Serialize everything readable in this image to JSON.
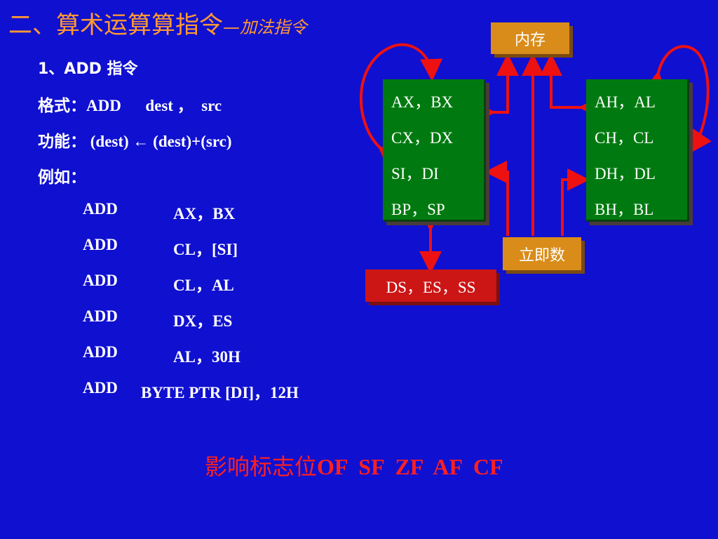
{
  "title": {
    "main": "二、算术运算算指令",
    "sub": "—加法指令"
  },
  "lines": {
    "heading": "1、ADD 指令",
    "format": "格式：ADD      dest ，  src",
    "function_label": "功能：",
    "function_body": "(dest) ← (dest)+(src)",
    "example": "例如："
  },
  "instructions": [
    {
      "op": "ADD",
      "operands": "AX，BX"
    },
    {
      "op": "ADD",
      "operands": "CL，[SI]"
    },
    {
      "op": "ADD",
      "operands": "CL，AL"
    },
    {
      "op": "ADD",
      "operands": "DX，ES"
    },
    {
      "op": "ADD",
      "operands": "AL，30H"
    },
    {
      "op": "ADD",
      "operands": "BYTE PTR [DI]，12H"
    }
  ],
  "diagram": {
    "memory": "内存",
    "immediate": "立即数",
    "segment": "DS，ES，SS",
    "reg16": [
      "AX，BX",
      "CX，DX",
      "SI，DI",
      "BP，SP"
    ],
    "reg8": [
      "AH，AL",
      "CH，CL",
      "DH，DL",
      "BH，BL"
    ]
  },
  "flags": {
    "label": "影响标志位",
    "values": "OF  SF  ZF  AF  CF"
  },
  "colors": {
    "background": "#1010d0",
    "title": "#ff9933",
    "green_box": "#007a10",
    "orange_box": "#d98c1a",
    "red_box": "#cc1515",
    "arrow": "#ee1111"
  }
}
